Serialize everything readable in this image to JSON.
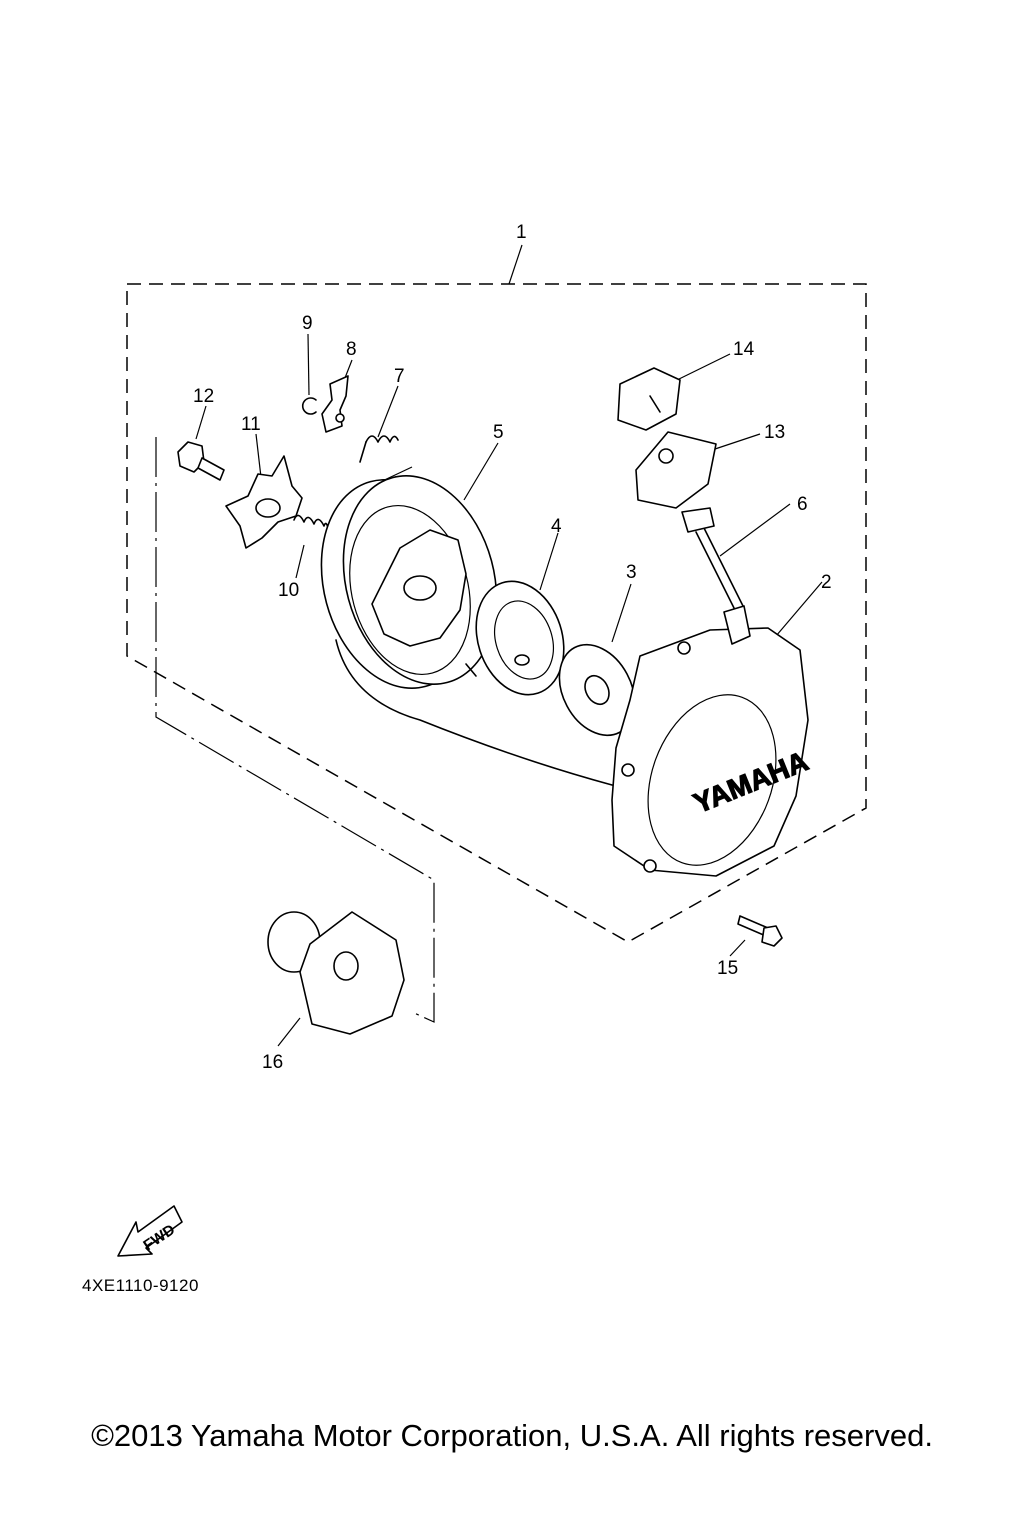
{
  "diagram": {
    "callouts": [
      "1",
      "2",
      "3",
      "4",
      "5",
      "6",
      "7",
      "8",
      "9",
      "10",
      "11",
      "12",
      "13",
      "14",
      "15",
      "16"
    ],
    "emblem_text": "YAMAHA",
    "fwd_label": "FWD",
    "drawing_code": "4XE1110-9120",
    "copyright": "©2013 Yamaha Motor Corporation, U.S.A. All rights reserved."
  }
}
